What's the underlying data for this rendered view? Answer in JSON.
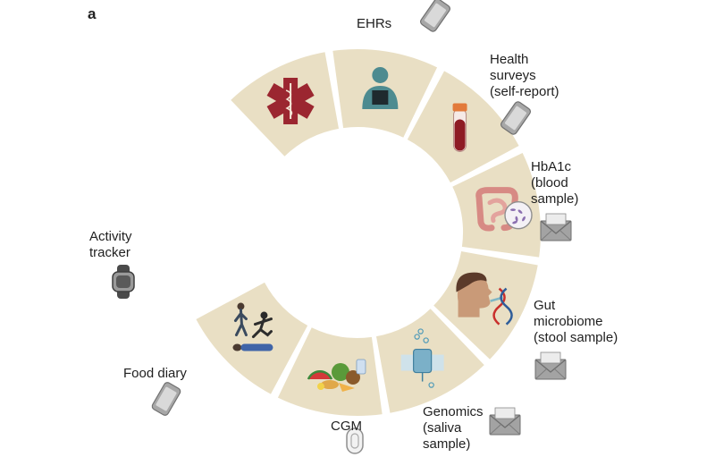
{
  "panel_label": "a",
  "segments": [
    {
      "key": "ehrs",
      "label_lines": [
        "EHRs"
      ],
      "collection_icon": "phone-icon",
      "content_icon": "star-of-life-medical-icon"
    },
    {
      "key": "health-surveys",
      "label_lines": [
        "Health",
        "surveys",
        "(self-report)"
      ],
      "collection_icon": "phone-icon",
      "content_icon": "person-with-tablet-icon"
    },
    {
      "key": "hba1c",
      "label_lines": [
        "HbA1c",
        "(blood",
        "sample)"
      ],
      "collection_icon": "envelope-icon",
      "content_icon": "blood-tube-icon"
    },
    {
      "key": "gut-microbiome",
      "label_lines": [
        "Gut",
        "microbiome",
        "(stool sample)"
      ],
      "collection_icon": "envelope-icon",
      "content_icon": "intestine-microbes-icon"
    },
    {
      "key": "genomics",
      "label_lines": [
        "Genomics",
        "(saliva",
        "sample)"
      ],
      "collection_icon": "envelope-icon",
      "content_icon": "person-dna-swab-icon"
    },
    {
      "key": "cgm",
      "label_lines": [
        "CGM"
      ],
      "collection_icon": "glucose-sensor-icon",
      "content_icon": "glucose-sensor-skin-icon"
    },
    {
      "key": "food-diary",
      "label_lines": [
        "Food diary"
      ],
      "collection_icon": "phone-icon",
      "content_icon": "food-pile-icon"
    },
    {
      "key": "activity-tracker",
      "label_lines": [
        "Activity",
        "tracker"
      ],
      "collection_icon": "smartwatch-icon",
      "content_icon": "walking-running-sleeping-icon"
    }
  ],
  "colors": {
    "segment_fill": "#e9dfc4",
    "segment_gap": "#ffffff",
    "medical_red": "#9b2630",
    "person_teal": "#4d8b90",
    "device_gray": "#9b9b9b",
    "dna_red": "#c9302c",
    "dna_blue": "#2f5d9a"
  }
}
